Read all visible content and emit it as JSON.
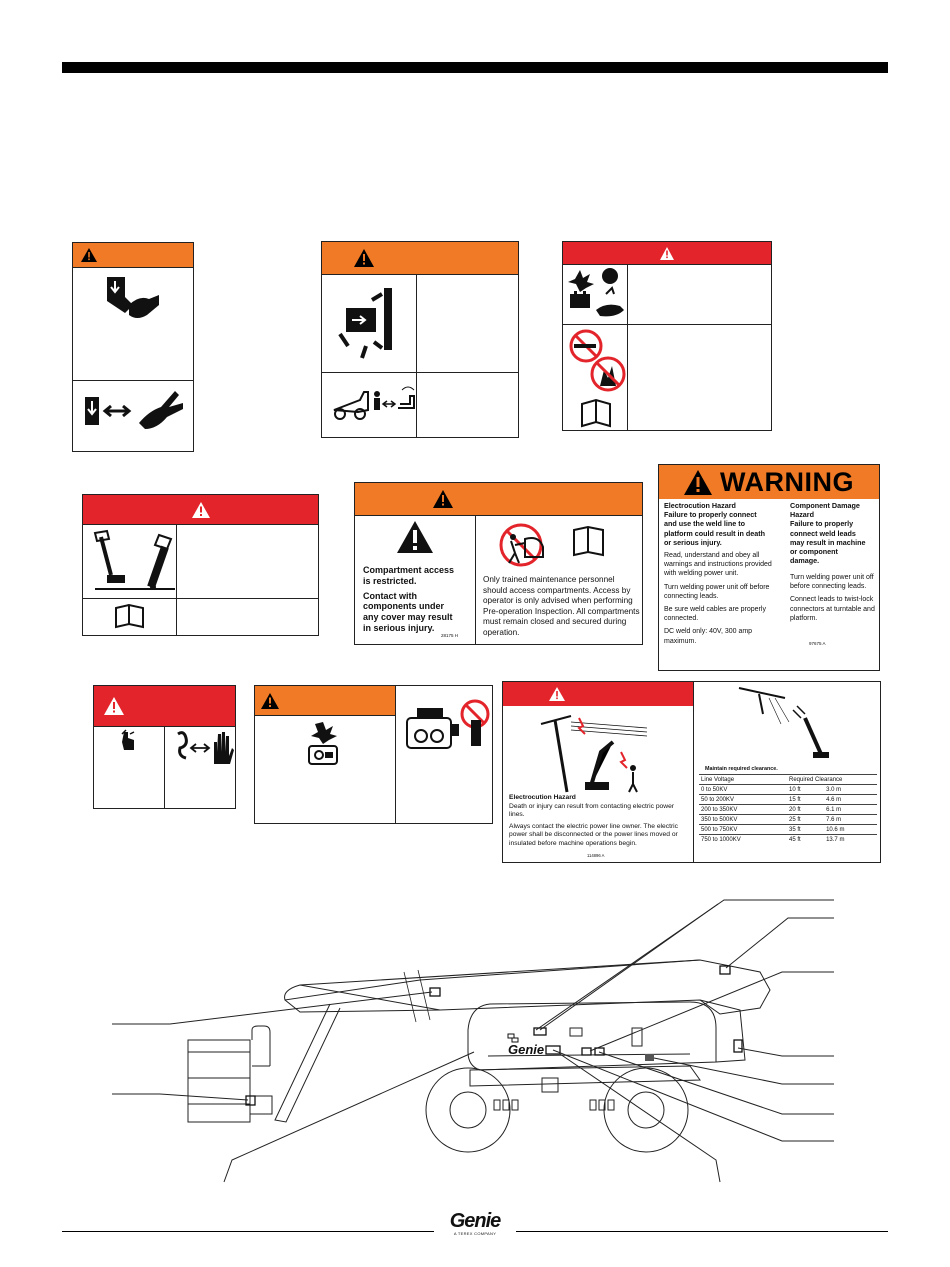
{
  "header": {
    "bar_color": "#000000"
  },
  "colors": {
    "danger_red": "#e3242b",
    "warning_orange": "#f07a25",
    "ink": "#111111"
  },
  "decals": {
    "compartment": {
      "text": [
        "Compartment access",
        "is restricted.",
        "Contact with",
        "components under",
        "any cover may result",
        "in serious injury."
      ],
      "part_number": "28175  H",
      "notice": "Only trained maintenance personnel should access compartments. Access by operator is only advised when performing Pre-operation Inspection. All compartments must remain closed and secured during operation."
    },
    "welding": {
      "signal_word": "WARNING",
      "left_heading": [
        "Electrocution Hazard",
        "Failure to properly connect",
        "and use the weld line to",
        "platform could result in death",
        "or serious injury."
      ],
      "left_body": [
        "Read, understand and obey all warnings and instructions provided with welding power unit.",
        "Turn welding power unit off before connecting leads.",
        "Be sure weld cables are properly connected.",
        "DC weld only: 40V, 300 amp maximum."
      ],
      "right_heading": [
        "Component Damage",
        "Hazard",
        "Failure to properly",
        "connect weld leads",
        "may result in machine",
        "or component",
        "damage."
      ],
      "right_body": [
        "Turn welding power unit off before connecting leads.",
        "Connect leads to twist-lock connectors at turntable and platform."
      ],
      "part_number": "97675   A"
    },
    "electrocution": {
      "heading": "Electrocution Hazard",
      "line1": "Death or injury can result from contacting electric power lines.",
      "line2": "Always contact the electric power line owner. The electric power shall be disconnected or the power lines moved or insulated before machine operations begin.",
      "part_number": "114896  A",
      "table_title": "Maintain required clearance.",
      "col_voltage": "Line Voltage",
      "col_clearance": "Required Clearance",
      "rows": [
        {
          "voltage": "0 to 50KV",
          "ft": "10 ft",
          "m": "3.0 m"
        },
        {
          "voltage": "50 to 200KV",
          "ft": "15 ft",
          "m": "4.6 m"
        },
        {
          "voltage": "200 to 350KV",
          "ft": "20 ft",
          "m": "6.1 m"
        },
        {
          "voltage": "350 to 500KV",
          "ft": "25 ft",
          "m": "7.6 m"
        },
        {
          "voltage": "500 to 750KV",
          "ft": "35 ft",
          "m": "10.6 m"
        },
        {
          "voltage": "750 to 1000KV",
          "ft": "45 ft",
          "m": "13.7 m"
        }
      ]
    }
  },
  "machine": {
    "brand_mark": "Genie"
  },
  "footer": {
    "logo_name": "Genie",
    "logo_sub": "A TEREX COMPANY"
  }
}
